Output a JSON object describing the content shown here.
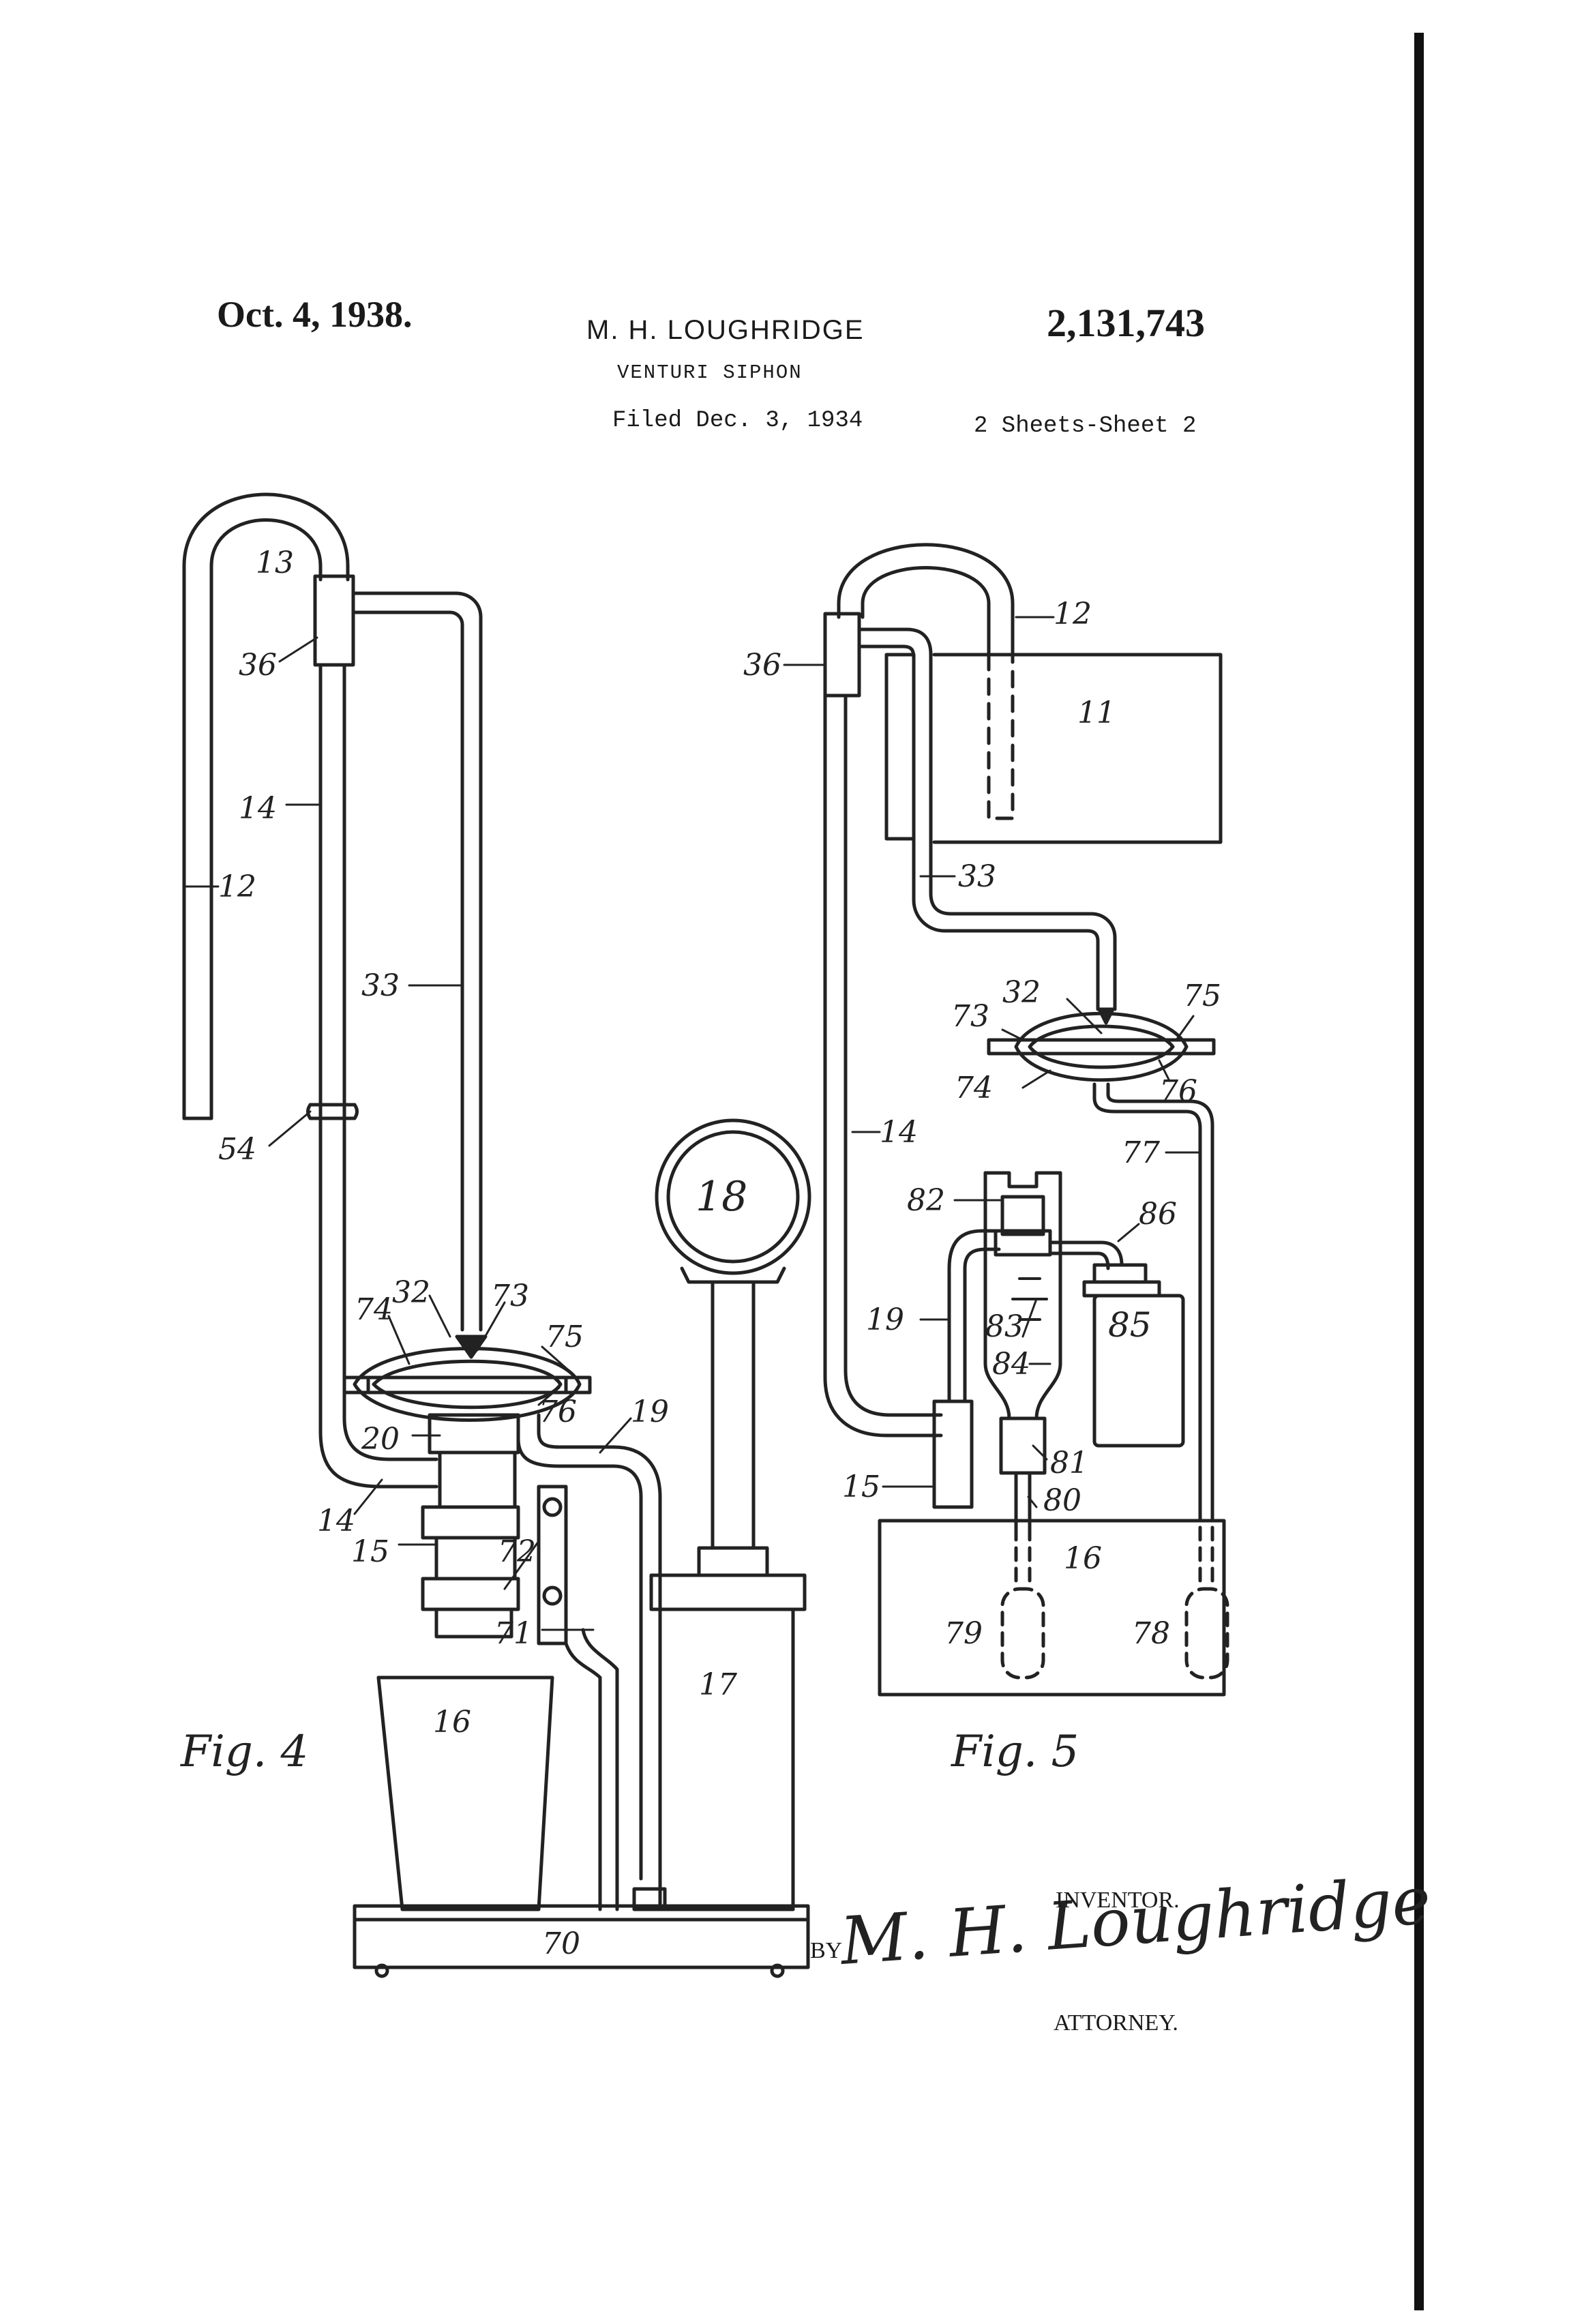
{
  "header": {
    "date": "Oct. 4, 1938.",
    "inventor": "M. H. LOUGHRIDGE",
    "patent_number": "2,131,743",
    "title": "VENTURI SIPHON",
    "filed": "Filed Dec. 3, 1934",
    "sheets": "2 Sheets-Sheet 2"
  },
  "figures": {
    "fig4": {
      "caption": "Fig. 4",
      "labels": {
        "l13": "13",
        "l36": "36",
        "l14a": "14",
        "l12": "12",
        "l33": "33",
        "l54": "54",
        "l18": "18",
        "l74": "74",
        "l32": "32",
        "l73": "73",
        "l75": "75",
        "l76": "76",
        "l20": "20",
        "l19": "19",
        "l14b": "14",
        "l15": "15",
        "l72": "72",
        "l71": "71",
        "l16": "16",
        "l17": "17",
        "l70": "70"
      }
    },
    "fig5": {
      "caption": "Fig. 5",
      "labels": {
        "l12": "12",
        "l36": "36",
        "l11": "11",
        "l33": "33",
        "l32": "32",
        "l75": "75",
        "l73": "73",
        "l14": "14",
        "l74": "74",
        "l76": "76",
        "l77": "77",
        "l82": "82",
        "l86": "86",
        "l19": "19",
        "l83": "83",
        "l85": "85",
        "l84": "84",
        "l81": "81",
        "l15": "15",
        "l80": "80",
        "l16": "16",
        "l79": "79",
        "l78": "78"
      }
    }
  },
  "signature": {
    "inventor_label": "INVENTOR.",
    "by_label": "BY",
    "signature_text": "M. H. Loughridge",
    "attorney_label": "ATTORNEY."
  }
}
